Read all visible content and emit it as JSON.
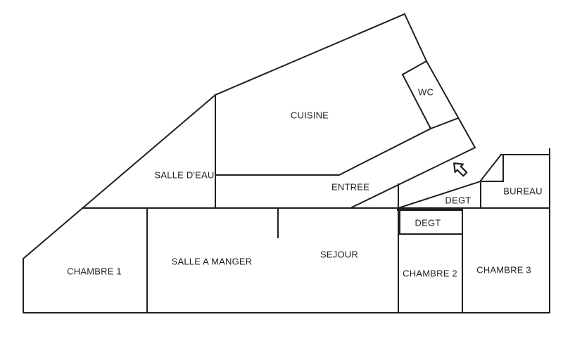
{
  "rooms": [
    {
      "id": "cuisine",
      "label": "CUISINE"
    },
    {
      "id": "wc",
      "label": "WC"
    },
    {
      "id": "salle-deau",
      "label": "SALLE D'EAU"
    },
    {
      "id": "entree",
      "label": "ENTREE"
    },
    {
      "id": "degt-upper",
      "label": "DEGT"
    },
    {
      "id": "bureau",
      "label": "BUREAU"
    },
    {
      "id": "degt-lower",
      "label": "DEGT"
    },
    {
      "id": "sejour",
      "label": "SEJOUR"
    },
    {
      "id": "salle-a-manger",
      "label": "SALLE A MANGER"
    },
    {
      "id": "chambre-1",
      "label": "CHAMBRE 1"
    },
    {
      "id": "chambre-2",
      "label": "CHAMBRE 2"
    },
    {
      "id": "chambre-3",
      "label": "CHAMBRE 3"
    }
  ],
  "annotations": {
    "entrance_arrow": {
      "icon": "entrance-arrow-icon",
      "direction": "north-west"
    }
  },
  "colors": {
    "background": "#ffffff",
    "wall": "#1f1f1f",
    "label_text": "#1f1f1f"
  }
}
